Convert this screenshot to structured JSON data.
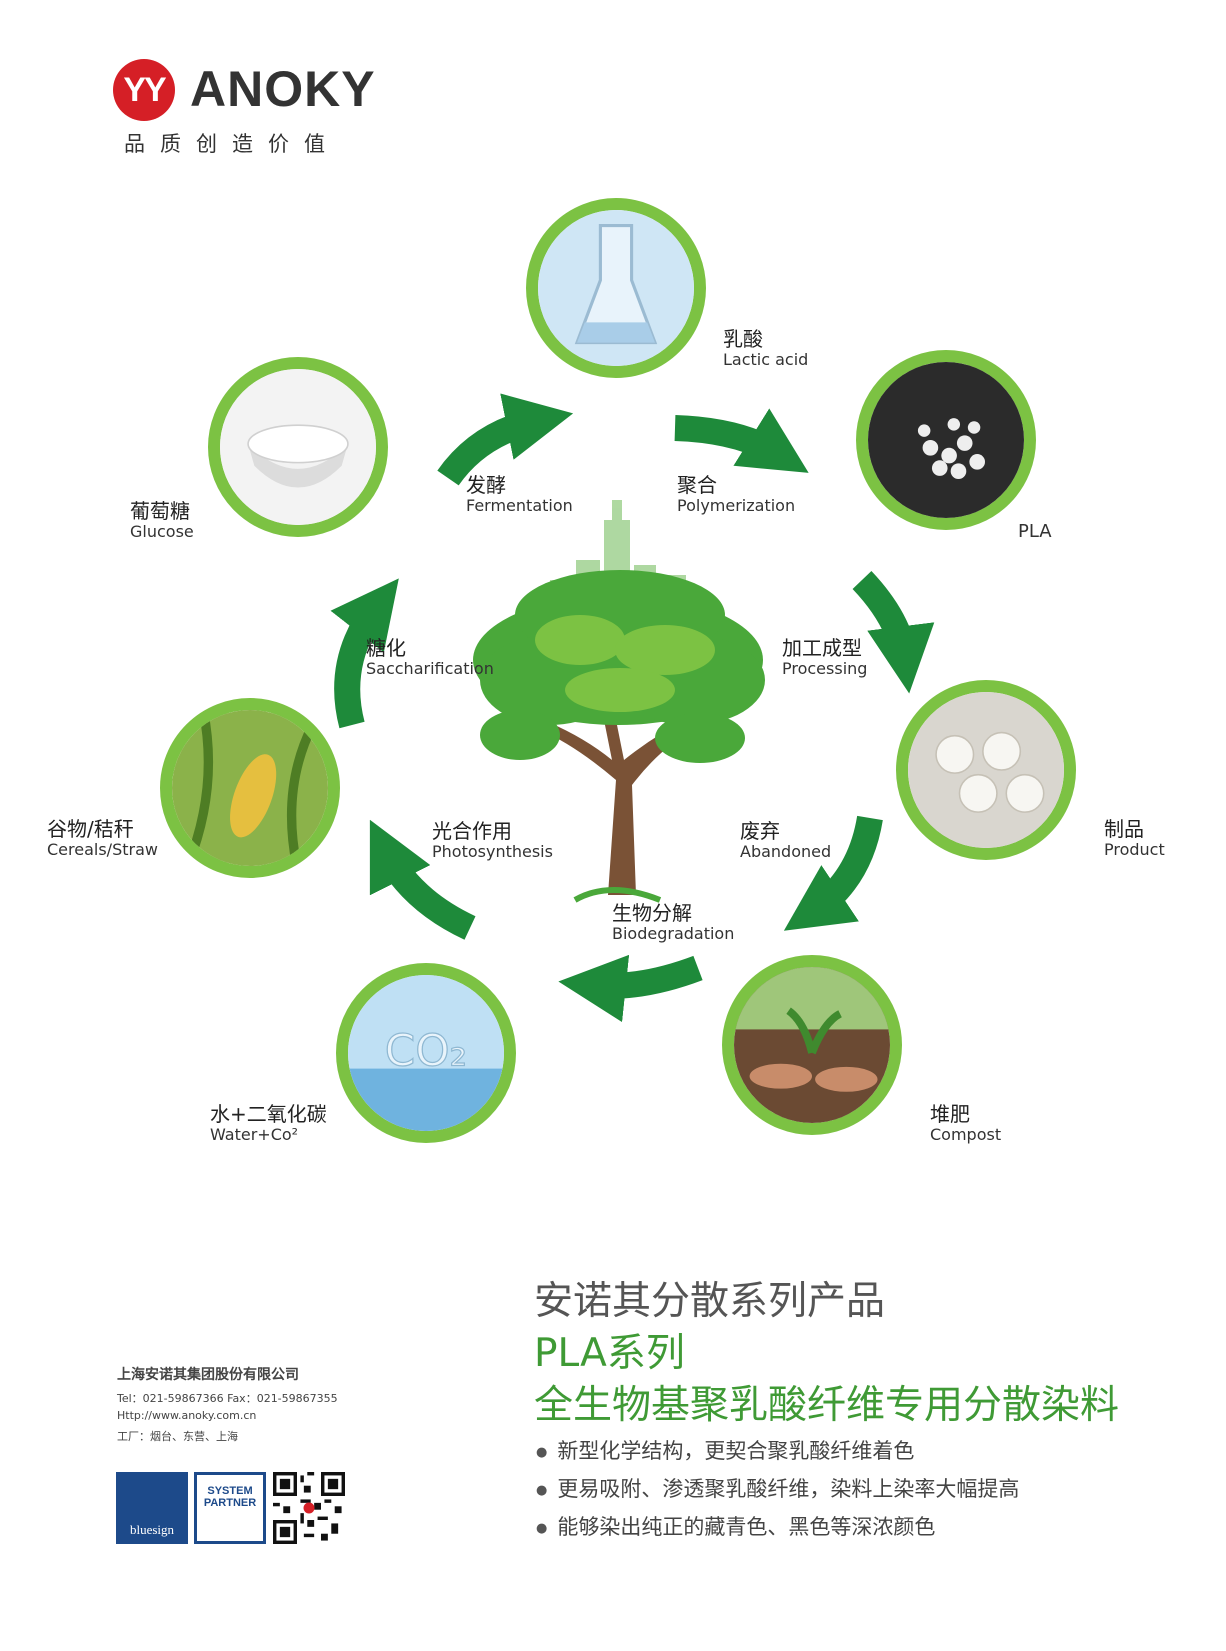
{
  "logo": {
    "mark": "YY",
    "brand": "ANOKY",
    "slogan": "品质创造价值"
  },
  "nodes": {
    "lactic": {
      "zh": "乳酸",
      "en": "Lactic acid"
    },
    "pla": {
      "en": "PLA"
    },
    "product": {
      "zh": "制品",
      "en": "Product"
    },
    "compost": {
      "zh": "堆肥",
      "en": "Compost"
    },
    "water": {
      "zh": "水+二氧化碳",
      "en": "Water+Co²"
    },
    "cereals": {
      "zh": "谷物/秸秆",
      "en": "Cereals/Straw"
    },
    "glucose": {
      "zh": "葡萄糖",
      "en": "Glucose"
    }
  },
  "steps": {
    "fermentation": {
      "zh": "发酵",
      "en": "Fermentation"
    },
    "polymerization": {
      "zh": "聚合",
      "en": "Polymerization"
    },
    "processing": {
      "zh": "加工成型",
      "en": "Processing"
    },
    "abandoned": {
      "zh": "废弃",
      "en": "Abandoned"
    },
    "biodegradation": {
      "zh": "生物分解",
      "en": "Biodegradation"
    },
    "photosynthesis": {
      "zh": "光合作用",
      "en": "Photosynthesis"
    },
    "saccharification": {
      "zh": "糖化",
      "en": "Saccharification"
    }
  },
  "co2_image_text": "CO₂",
  "footer": {
    "subtitle": "安诺其分散系列产品",
    "series": "PLA系列",
    "title": "全生物基聚乳酸纤维专用分散染料",
    "bullets": [
      "新型化学结构，更契合聚乳酸纤维着色",
      "更易吸附、渗透聚乳酸纤维，染料上染率大幅提高",
      "能够染出纯正的藏青色、黑色等深浓颜色"
    ],
    "company": "上海安诺其集团股份有限公司",
    "tel": "Tel：021-59867366 Fax：021-59867355",
    "web": "Http://www.anoky.com.cn",
    "factory": "工厂：烟台、东营、上海",
    "badge1": "bluesign",
    "badge2_line1": "SYSTEM",
    "badge2_line2": "PARTNER"
  },
  "colors": {
    "arrow": "#1e8a3a",
    "ring": "#7cc243",
    "brand_red": "#d51f26",
    "title_green": "#3f9a35"
  }
}
